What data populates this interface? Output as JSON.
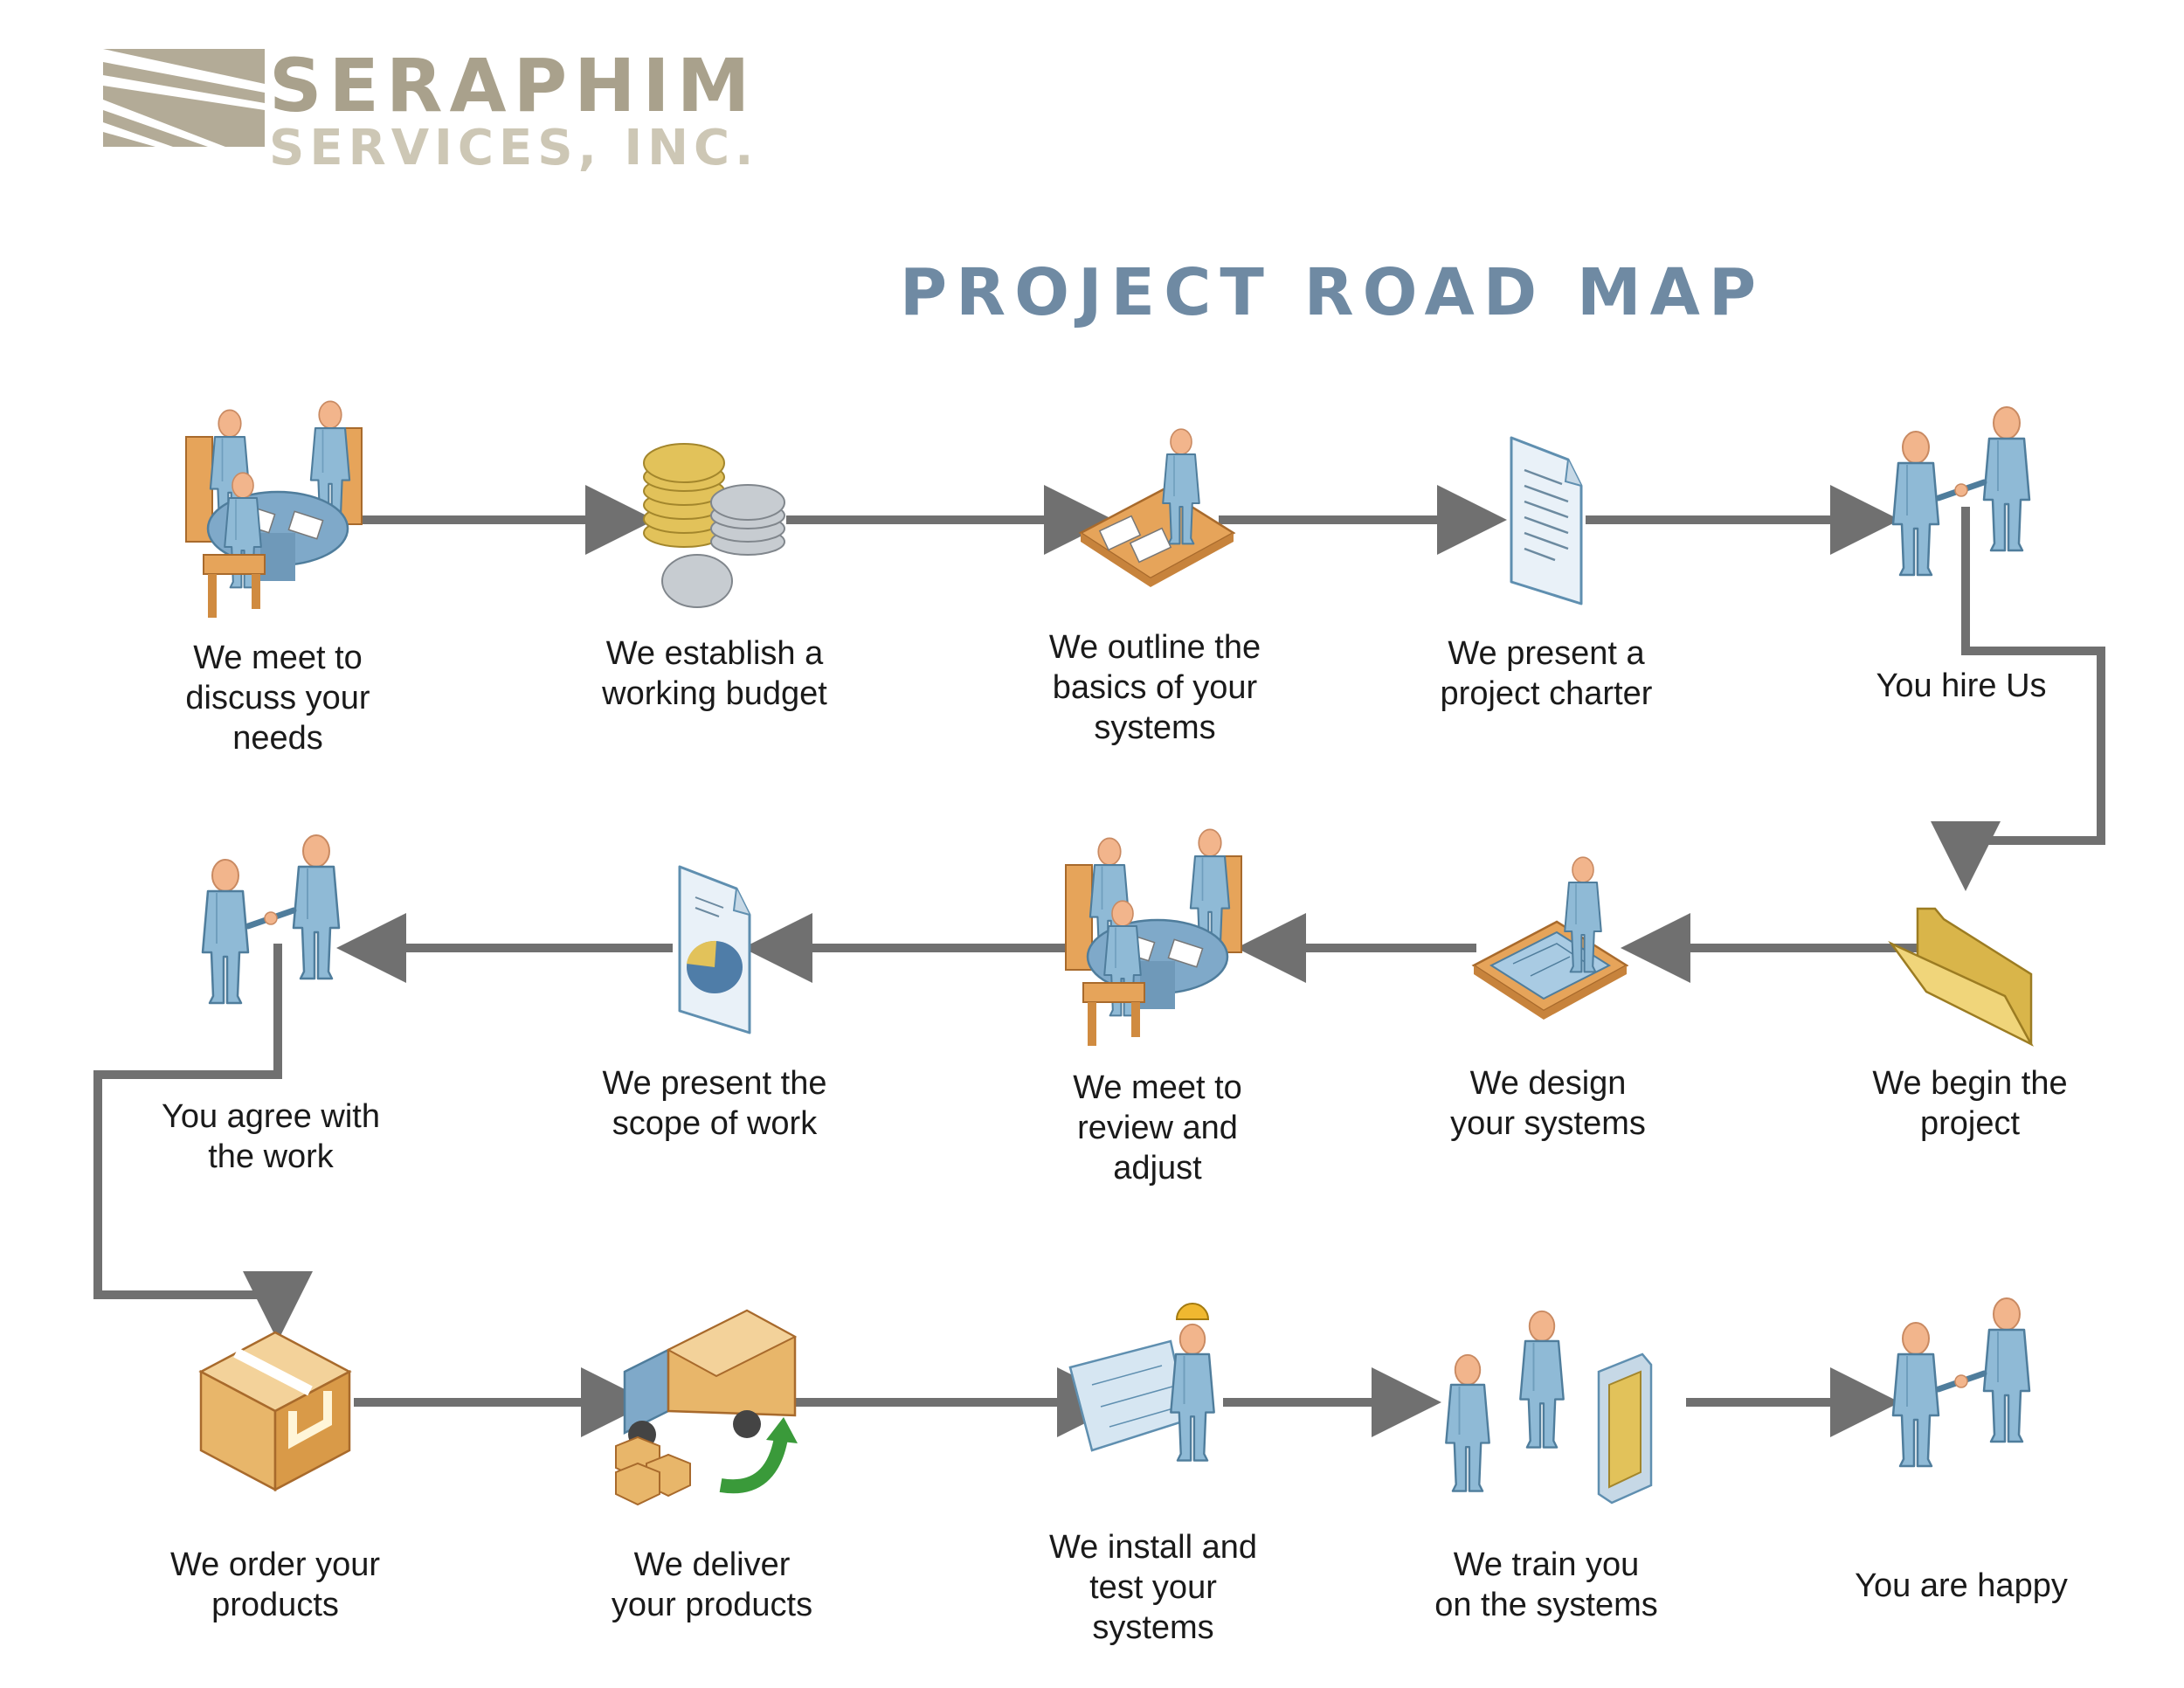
{
  "logo": {
    "line1": "SERAPHIM",
    "line2": "SERVICES, INC."
  },
  "title": "Project Road Map",
  "colors": {
    "arrow": "#707070",
    "figure": "#8fbad6",
    "figure_dark": "#5f8fb0",
    "skin": "#f2b58c",
    "wood": "#e6a45a",
    "gold": "#e2c25a",
    "silver": "#c7ccd1",
    "box": "#e8b66a",
    "logo": "#b3ab97",
    "title": "#6f8aa3"
  },
  "steps": [
    {
      "id": "meet-discuss",
      "icon": "meeting-icon",
      "label": "We meet to\ndiscuss your\nneeds"
    },
    {
      "id": "budget",
      "icon": "coins-icon",
      "label": "We establish a\nworking budget"
    },
    {
      "id": "outline",
      "icon": "person-at-desk-icon",
      "label": "We outline the\nbasics of your\nsystems"
    },
    {
      "id": "charter",
      "icon": "document-icon",
      "label": "We present a\nproject charter"
    },
    {
      "id": "hire",
      "icon": "handshake-icon",
      "label": "You hire Us"
    },
    {
      "id": "begin",
      "icon": "folder-icon",
      "label": "We begin the\nproject"
    },
    {
      "id": "design",
      "icon": "designer-at-desk-icon",
      "label": "We design\nyour systems"
    },
    {
      "id": "review",
      "icon": "meeting-icon",
      "label": "We meet to\nreview and\nadjust"
    },
    {
      "id": "scope",
      "icon": "pie-chart-document-icon",
      "label": "We present the\nscope of work"
    },
    {
      "id": "agree",
      "icon": "handshake-icon",
      "label": "You agree with\nthe work"
    },
    {
      "id": "order",
      "icon": "box-icon",
      "label": "We order your\nproducts"
    },
    {
      "id": "deliver",
      "icon": "delivery-truck-icon",
      "label": "We deliver\nyour products"
    },
    {
      "id": "install",
      "icon": "worker-with-blueprint-icon",
      "label": "We install and\ntest your\nsystems"
    },
    {
      "id": "train",
      "icon": "training-icon",
      "label": "We train you\non the systems"
    },
    {
      "id": "happy",
      "icon": "handshake-icon",
      "label": "You are happy"
    }
  ]
}
